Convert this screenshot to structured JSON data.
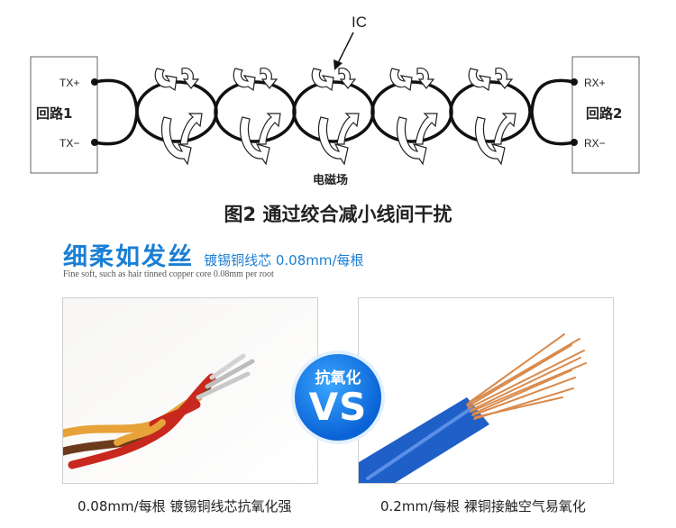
{
  "diagram": {
    "ic_label": "IC",
    "left_box": {
      "label": "回路1",
      "tx_plus": "TX+",
      "tx_minus": "TX−"
    },
    "right_box": {
      "label": "回路2",
      "rx_plus": "RX+",
      "rx_minus": "RX−"
    },
    "field_label": "电磁场",
    "caption": "图2  通过绞合减小线间干扰"
  },
  "headline": {
    "title": "细柔如发丝",
    "subtitle": "镀锡铜线芯 0.08mm/每根",
    "english": "Fine soft, such as hair tinned copper core 0.08mm per root"
  },
  "comparison": {
    "badge_top": "抗氧化",
    "badge_main": "VS",
    "left_caption": "0.08mm/每根  镀锡铜线芯抗氧化强",
    "right_caption": "0.2mm/每根  裸铜接触空气易氧化"
  },
  "colors": {
    "accent": "#1a7fd4",
    "badge": "#0a63d6",
    "wire_red": "#c8281e",
    "wire_brown": "#6b3a1c",
    "wire_orange": "#e7a23a",
    "wire_blue": "#1f5fc8",
    "copper": "#d98a4c"
  }
}
